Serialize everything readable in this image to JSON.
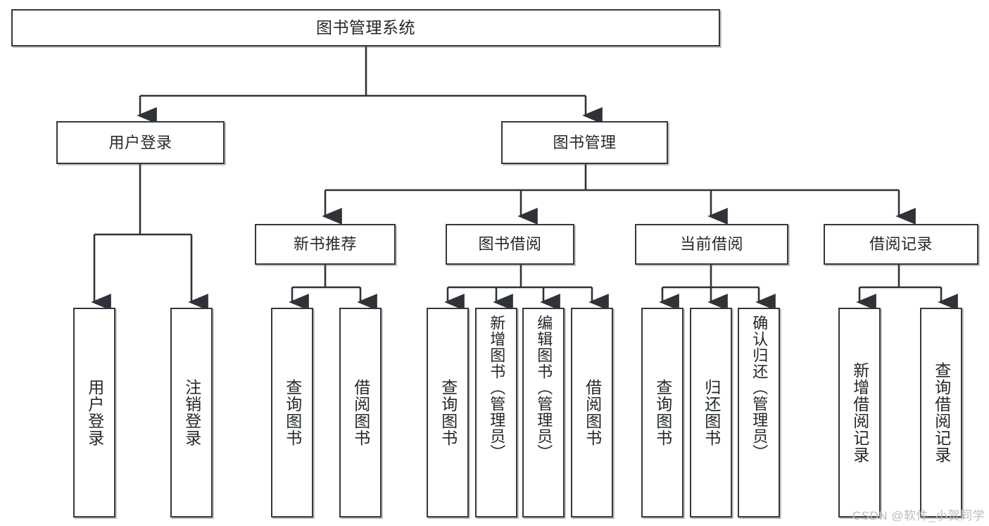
{
  "diagram": {
    "title": "图书管理系统",
    "type": "tree-hierarchy-diagram",
    "background_color": "#ffffff",
    "node_border_color": "#33383d",
    "node_fill_color": "#ffffff",
    "edge_color": "#2f3338",
    "text_color": "#23282c"
  },
  "nodes": {
    "root": {
      "label": "图书管理系统"
    },
    "level2": [
      {
        "label": "用户登录"
      },
      {
        "label": "图书管理"
      }
    ],
    "level3": [
      {
        "label": "新书推荐"
      },
      {
        "label": "图书借阅"
      },
      {
        "label": "当前借阅"
      },
      {
        "label": "借阅记录"
      }
    ],
    "leaves": {
      "user_login": [
        {
          "label": "用户登录"
        },
        {
          "label": "注销登录"
        }
      ],
      "new_book_recommend": [
        {
          "label": "查询图书"
        },
        {
          "label": "借阅图书"
        }
      ],
      "book_borrow": [
        {
          "label": "查询图书"
        },
        {
          "label": "新增图书（管理员）"
        },
        {
          "label": "编辑图书（管理员）"
        },
        {
          "label": "借阅图书"
        }
      ],
      "current_borrow": [
        {
          "label": "查询图书"
        },
        {
          "label": "归还图书"
        },
        {
          "label": "确认归还（管理员）"
        }
      ],
      "borrow_record": [
        {
          "label": "新增借阅记录"
        },
        {
          "label": "查询借阅记录"
        }
      ]
    }
  },
  "watermark": {
    "text": "CSDN @软件_小贺同学",
    "color": "#b9bdc2"
  }
}
